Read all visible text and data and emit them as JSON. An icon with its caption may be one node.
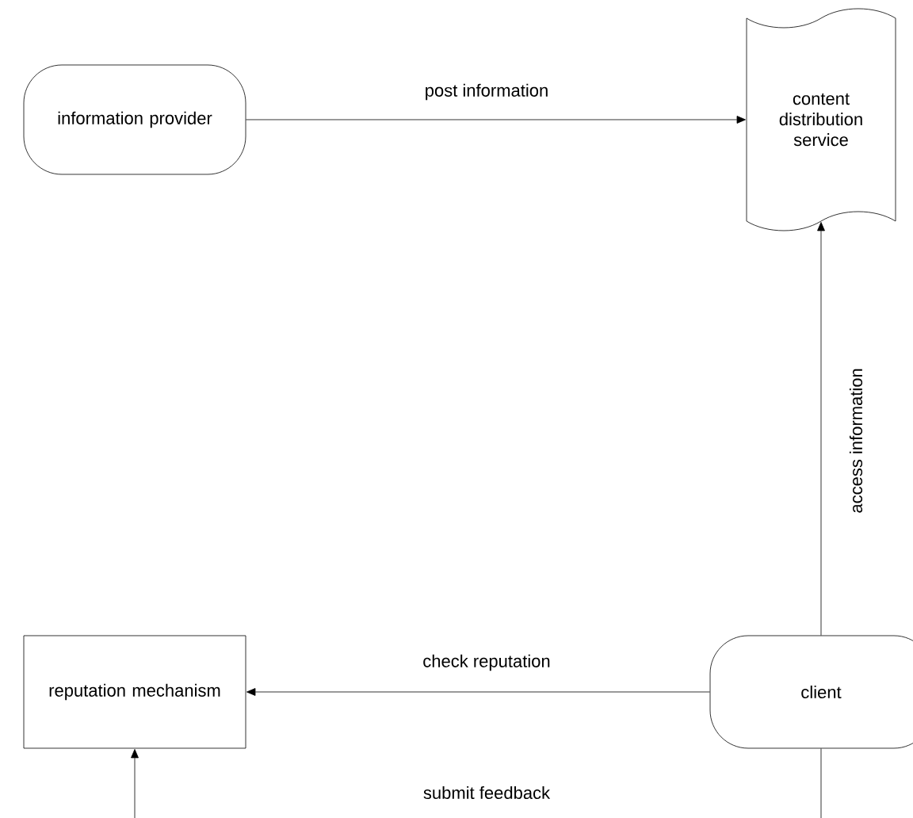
{
  "diagram": {
    "nodes": [
      {
        "text": [
          "information provider"
        ]
      },
      {
        "text": [
          "content distribution service"
        ]
      },
      {
        "text": [
          "client"
        ]
      },
      {
        "text": [
          "reputation mechanism"
        ]
      }
    ],
    "edges": [
      {
        "from": 0,
        "to": 1,
        "arrow": "to",
        "label": "post information"
      },
      {
        "from": 2,
        "to": 1,
        "arrow": "to",
        "label": "access information"
      },
      {
        "from": 2,
        "to": 3,
        "arrow": "to",
        "label": "check reputation"
      },
      {
        "from": 2,
        "to": 3,
        "arrow": "to",
        "label": "submit feedback"
      }
    ]
  }
}
